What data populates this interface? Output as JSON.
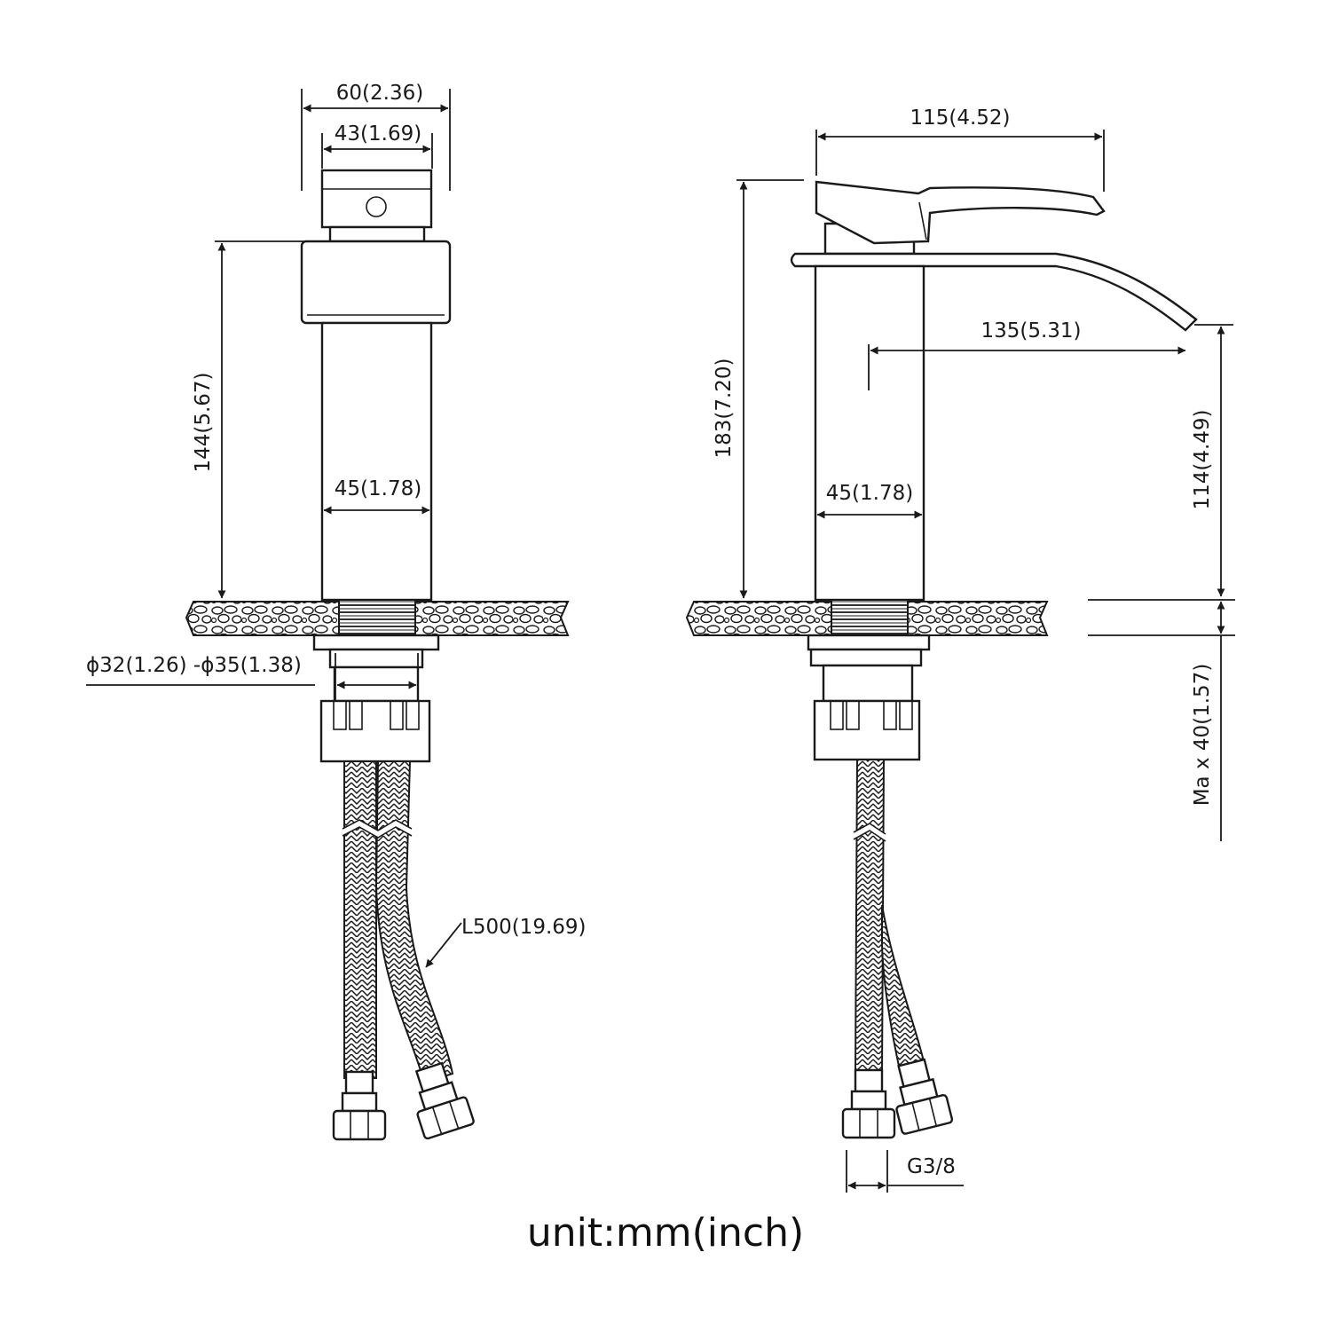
{
  "colors": {
    "line": "#1a1a1a",
    "background": "#ffffff"
  },
  "front_view": {
    "overall_width": "60(2.36)",
    "handle_width": "43(1.69)",
    "body_height": "144(5.67)",
    "body_width": "45(1.78)",
    "hole_diameter": "ϕ32(1.26)  -ϕ35(1.38)",
    "hose_length": "L500(19.69)"
  },
  "side_view": {
    "handle_length": "115(4.52)",
    "total_height": "183(7.20)",
    "spout_reach": "135(5.31)",
    "spout_height": "114(4.49)",
    "body_width": "45(1.78)",
    "max_deck_thickness": "Ma x 40(1.57)",
    "thread_size": "G3/8"
  },
  "footer": {
    "unit_label": "unit:mm(inch)"
  }
}
